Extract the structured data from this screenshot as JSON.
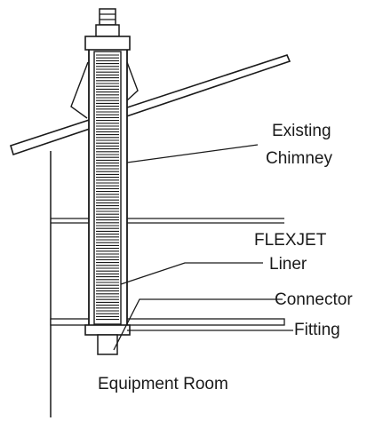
{
  "labels": {
    "existing": "Existing",
    "chimney": "Chimney",
    "flexjet": "FLEXJET",
    "liner": "Liner",
    "connector": "Connector",
    "fitting": "Fitting",
    "equipment_room": "Equipment Room"
  }
}
